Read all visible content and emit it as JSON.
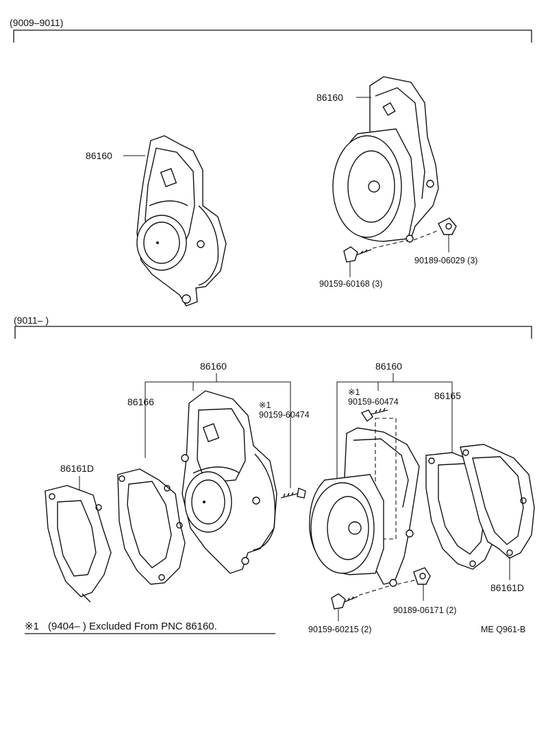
{
  "sections": [
    {
      "range_label": "(9009–9011)"
    },
    {
      "range_label": "(9011–          )"
    }
  ],
  "top": {
    "left_speaker_part": "86160",
    "right_speaker_part": "86160",
    "screw_part": "90159-60168 (3)",
    "nut_part": "90189-06029 (3)"
  },
  "bottom": {
    "left_group_part": "86160",
    "left_spacer_part": "86166",
    "left_plate_part": "86161D",
    "left_screw_mark": "※1",
    "left_screw_part": "90159-60474",
    "right_group_part": "86160",
    "right_screw_mark": "※1",
    "right_screw_part": "90159-60474",
    "right_spacer_part": "86165",
    "right_plate_part": "86161D",
    "bottom_screw_part": "90159-60215 (2)",
    "bottom_nut_part": "90189-06171 (2)"
  },
  "footnote": {
    "mark": "※1",
    "text": "(9404–          ) Excluded From PNC 86160."
  },
  "diagram_code": "ME Q961-B"
}
